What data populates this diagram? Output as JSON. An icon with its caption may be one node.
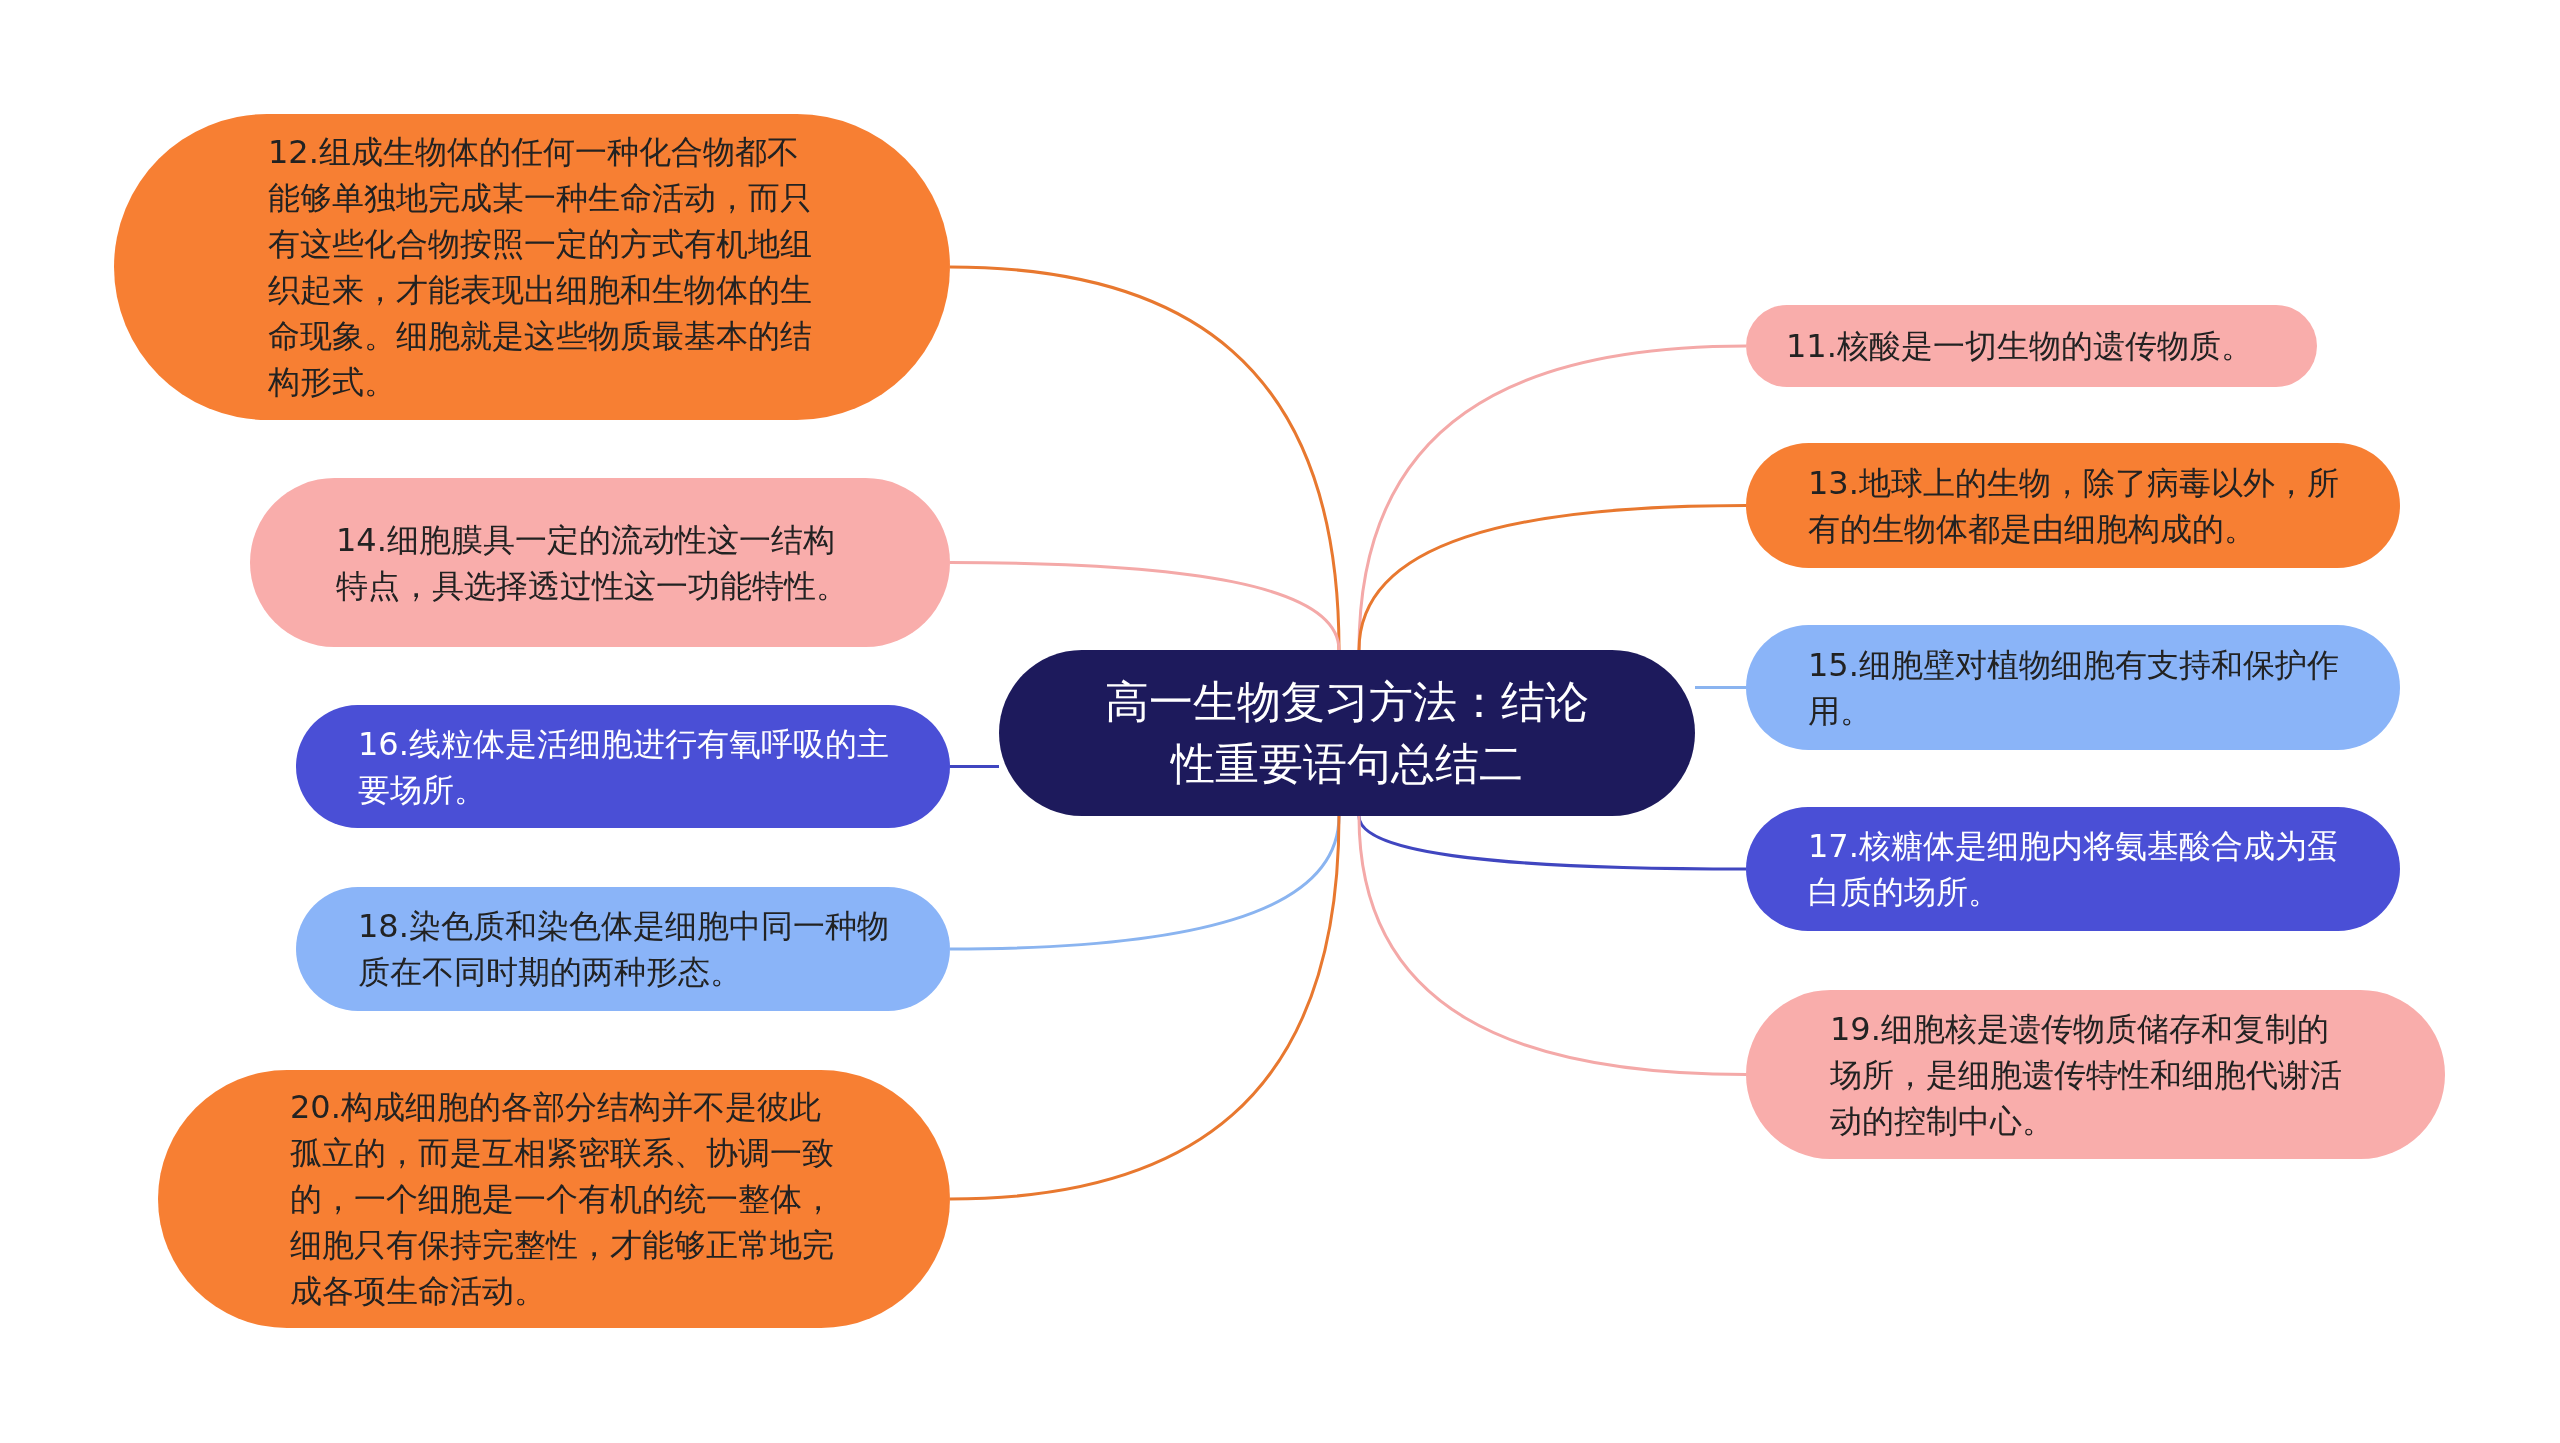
{
  "diagram": {
    "nodes": [
      {
        "text": [
          "高一生物复习方法：结论性重要语句总结二"
        ]
      },
      {
        "text": [
          "12.组成生物体的任何一种化合物都不能够单独地完成某一种生命活动，而只有这些化合物按照一定的方式有机地组织起来，才能表现出细胞和生物体的生命现象。细胞就是这些物质最基本的结构形式。"
        ]
      },
      {
        "text": [
          "14.细胞膜具一定的流动性这一结构特点，具选择透过性这一功能特性。"
        ]
      },
      {
        "text": [
          "16.线粒体是活细胞进行有氧呼吸的主要场所。"
        ]
      },
      {
        "text": [
          "18.染色质和染色体是细胞中同一种物质在不同时期的两种形态。"
        ]
      },
      {
        "text": [
          "20.构成细胞的各部分结构并不是彼此孤立的，而是互相紧密联系、协调一致的，一个细胞是一个有机的统一整体，细胞只有保持完整性，才能够正常地完成各项生命活动。"
        ]
      },
      {
        "text": [
          "11.核酸是一切生物的遗传物质。"
        ]
      },
      {
        "text": [
          "13.地球上的生物，除了病毒以外，所有的生物体都是由细胞构成的。"
        ]
      },
      {
        "text": [
          "15.细胞壁对植物细胞有支持和保护作用。"
        ]
      },
      {
        "text": [
          "17.核糖体是细胞内将氨基酸合成为蛋白质的场所。"
        ]
      },
      {
        "text": [
          "19.细胞核是遗传物质储存和复制的场所，是细胞遗传特性和细胞代谢活动的控制中心。"
        ]
      }
    ],
    "edges": [
      {
        "from": 0,
        "to": 1,
        "arrow": "none",
        "color": "#e8782f"
      },
      {
        "from": 0,
        "to": 2,
        "arrow": "none",
        "color": "#f4a9a8"
      },
      {
        "from": 0,
        "to": 3,
        "arrow": "none",
        "color": "#4046c0"
      },
      {
        "from": 0,
        "to": 4,
        "arrow": "none",
        "color": "#8ab4f0"
      },
      {
        "from": 0,
        "to": 5,
        "arrow": "none",
        "color": "#e8782f"
      },
      {
        "from": 0,
        "to": 6,
        "arrow": "none",
        "color": "#f4a9a8"
      },
      {
        "from": 0,
        "to": 7,
        "arrow": "none",
        "color": "#e8782f"
      },
      {
        "from": 0,
        "to": 8,
        "arrow": "none",
        "color": "#8ab4f0"
      },
      {
        "from": 0,
        "to": 9,
        "arrow": "none",
        "color": "#4046c0"
      },
      {
        "from": 0,
        "to": 10,
        "arrow": "none",
        "color": "#f4a9a8"
      }
    ]
  }
}
